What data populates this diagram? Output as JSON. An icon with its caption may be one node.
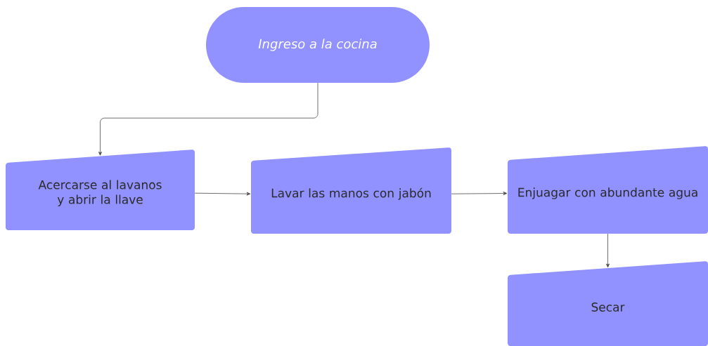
{
  "diagram": {
    "nodes": [
      {
        "text": [
          "Ingreso a la cocina"
        ]
      },
      {
        "text": [
          "Acercarse al lavanos y abrir la llave"
        ]
      },
      {
        "text": [
          "Lavar las manos con jabón"
        ]
      },
      {
        "text": [
          "Enjuagar con abundante agua"
        ]
      },
      {
        "text": [
          "Secar"
        ]
      }
    ],
    "edges": [
      {
        "from": 0,
        "to": 1,
        "arrow": "to"
      },
      {
        "from": 1,
        "to": 2,
        "arrow": "to"
      },
      {
        "from": 2,
        "to": 3,
        "arrow": "to"
      },
      {
        "from": 3,
        "to": 4,
        "arrow": "to"
      }
    ]
  }
}
